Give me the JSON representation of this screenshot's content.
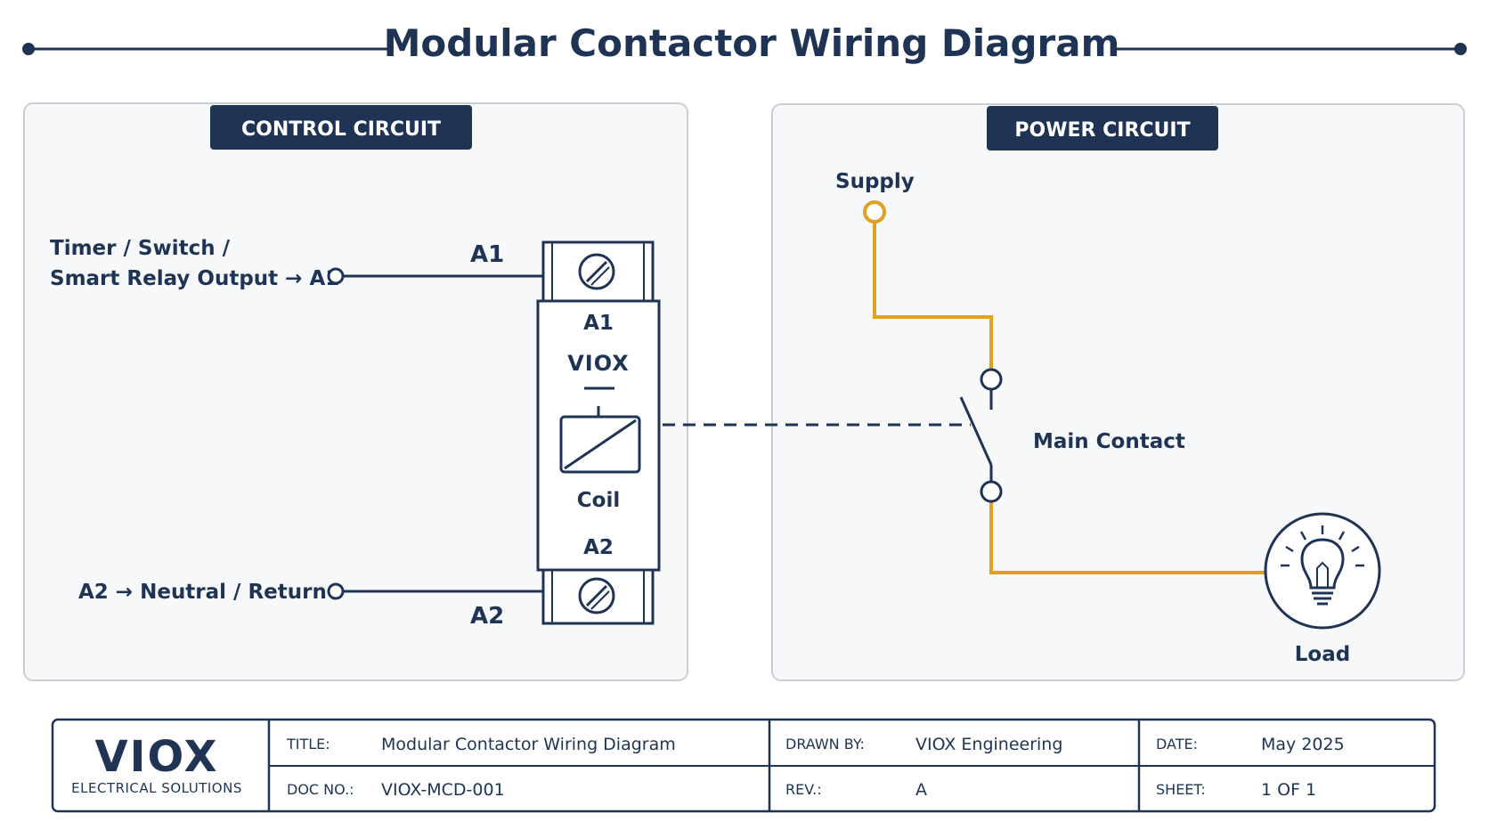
{
  "title": "Modular Contactor Wiring Diagram",
  "colors": {
    "navy": "#1f3454",
    "power_wire": "#e0a020",
    "panel_bg": "#f6f8fa",
    "panel_border": "#c9ced6"
  },
  "control_circuit": {
    "header": "CONTROL CIRCUIT",
    "input_label_line1": "Timer / Switch /",
    "input_label_line2": "Smart Relay Output → A1",
    "return_label": "A2  →  Neutral / Return",
    "wire_label_a1": "A1",
    "wire_label_a2": "A2",
    "device": {
      "top_terminal": "A1",
      "brand": "VIOX",
      "coil_label": "Coil",
      "bottom_terminal": "A2"
    }
  },
  "power_circuit": {
    "header": "POWER CIRCUIT",
    "supply_label": "Supply",
    "contact_label": "Main Contact",
    "load_label": "Load",
    "load_icon": "lightbulb-icon"
  },
  "title_block": {
    "logo": "VIOX",
    "logo_sub": "ELECTRICAL SOLUTIONS",
    "title_key": "TITLE:",
    "title_value": "Modular Contactor Wiring Diagram",
    "drawn_by_key": "DRAWN BY:",
    "drawn_by_value": "VIOX Engineering",
    "date_key": "DATE:",
    "date_value": "May 2025",
    "doc_no_key": "DOC NO.:",
    "doc_no_value": "VIOX-MCD-001",
    "rev_key": "REV.:",
    "rev_value": "A",
    "sheet_key": "SHEET:",
    "sheet_value": "1 OF 1"
  }
}
